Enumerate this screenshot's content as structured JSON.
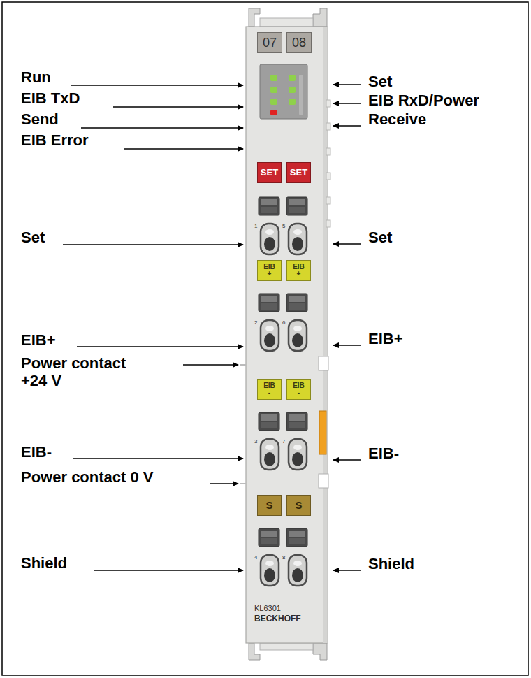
{
  "diagram": {
    "nodes": [
      {
        "text": [
          "KL6301",
          "BECKHOFF"
        ]
      },
      {
        "text": [
          "07"
        ],
        "in": 0
      },
      {
        "text": [
          "08"
        ],
        "in": 0
      },
      {
        "text": [
          "SET"
        ],
        "in": 0
      },
      {
        "text": [
          "SET"
        ],
        "in": 0
      },
      {
        "text": [
          "EIB +"
        ],
        "in": 0
      },
      {
        "text": [
          "EIB +"
        ],
        "in": 0
      },
      {
        "text": [
          "EIB -"
        ],
        "in": 0
      },
      {
        "text": [
          "EIB -"
        ],
        "in": 0
      },
      {
        "text": [
          "S"
        ],
        "in": 0
      },
      {
        "text": [
          "S"
        ],
        "in": 0
      }
    ],
    "labels": [
      "Run",
      "Set",
      "EIB TxD",
      "EIB RxD/Power",
      "Send",
      "Receive",
      "EIB Error",
      "Set",
      "Set",
      "1",
      "5",
      "EIB+",
      "EIB+",
      "2",
      "6",
      "Power contact +24 V",
      "EIB-",
      "EIB-",
      "3",
      "7",
      "Power contact 0 V",
      "Shield",
      "Shield",
      "4",
      "8"
    ]
  }
}
